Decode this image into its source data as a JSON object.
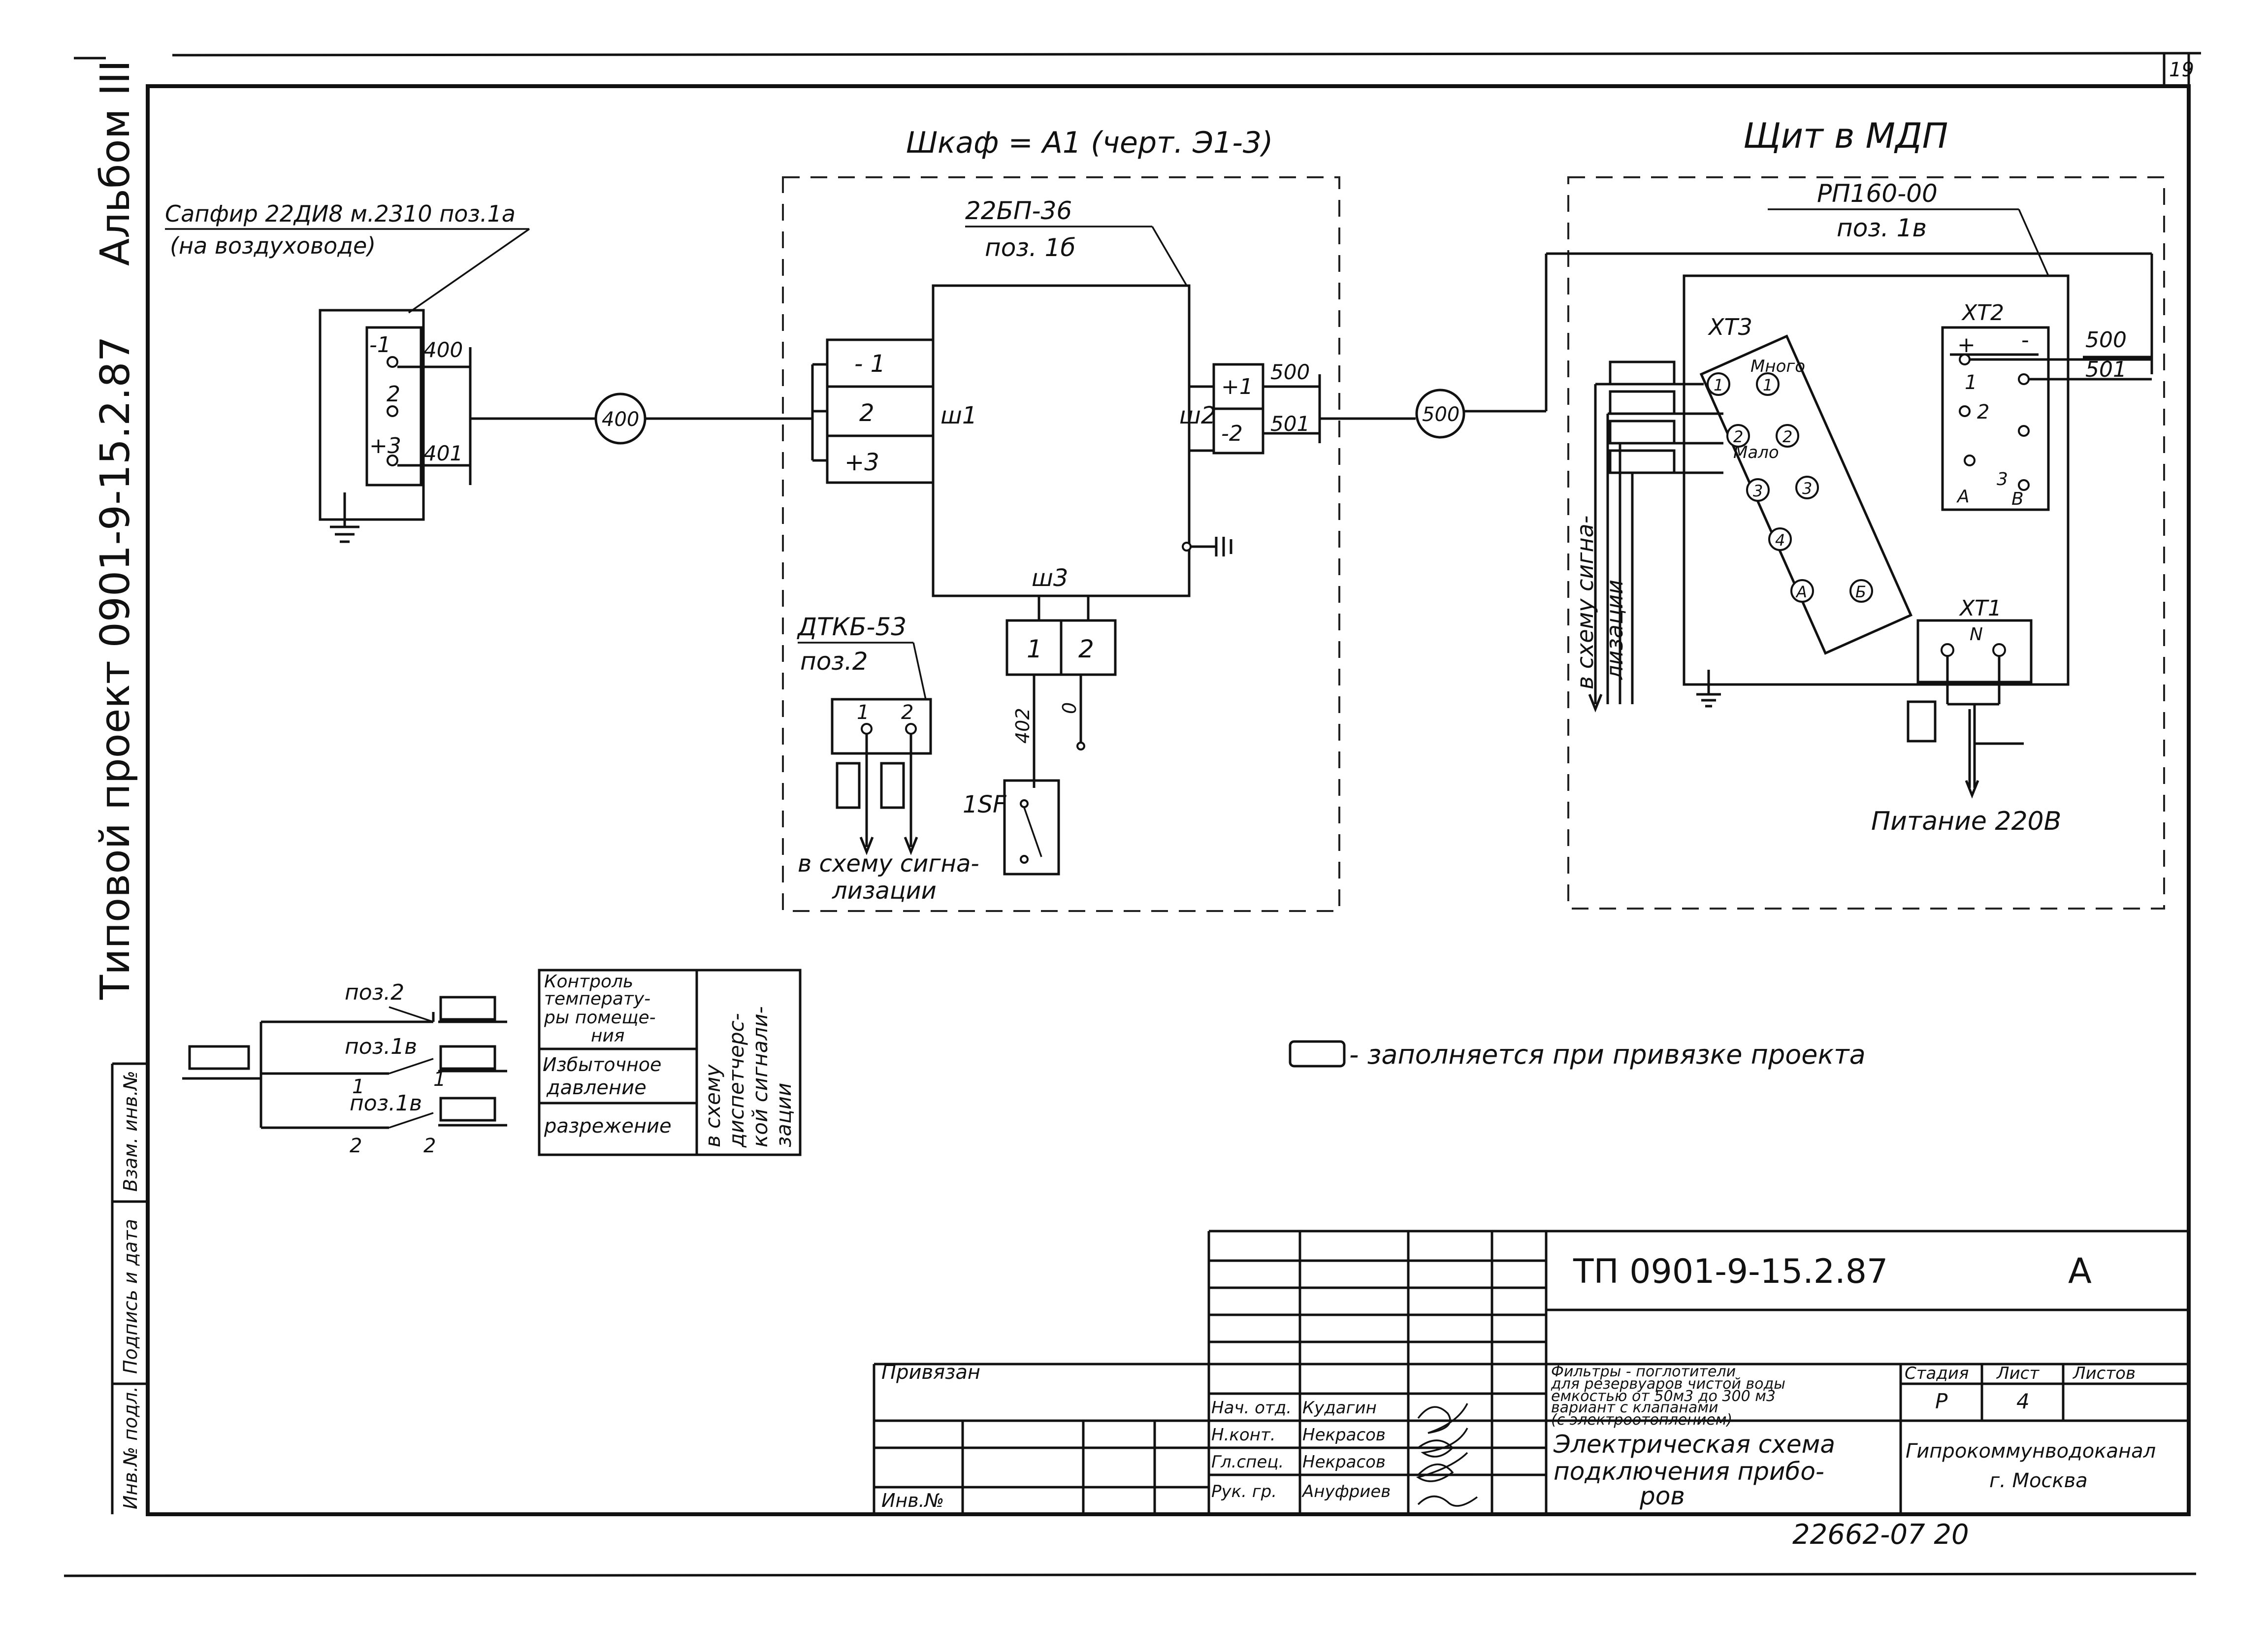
{
  "page_number": "19",
  "side": {
    "album": "Альбом III",
    "project": "Типовой  проект 0901-9-15.2.87",
    "stamp_inv_vzam": "Взам. инв.№",
    "stamp_sign_date": "Подпись и дата",
    "stamp_inv_podl": "Инв.№ подл."
  },
  "shkaf": {
    "title": "Шкаф = А1 (черт. Э1-3)",
    "device_name": "22БП-36",
    "device_pos": "поз. 1б",
    "connector_1": "ш1",
    "connector_2": "ш2",
    "connector_3": "ш3",
    "term_1": "- 1",
    "term_2": "2",
    "term_3": "+3",
    "term_out_1": "+1",
    "term_out_2": "-2",
    "wire_500": "500",
    "wire_501": "501",
    "ш3_term_1": "1",
    "ш3_term_2": "2",
    "wire_402": "402",
    "wire_0": "0",
    "breaker": "1SF",
    "sensor_name": "ДТКБ-53",
    "sensor_pos": "поз.2",
    "sensor_t1": "1",
    "sensor_t2": "2",
    "to_signal": "в схему сигна-",
    "to_signal_2": "лизации"
  },
  "left_device": {
    "label_1": "Сапфир 22ДИ8 м.2310 поз.1а",
    "label_2": "(на воздуховоде)",
    "t1": "-1",
    "t2": "2",
    "t3": "+3",
    "wire_400": "400",
    "wire_401": "401",
    "circle_400": "400"
  },
  "circle_500": "500",
  "shchit": {
    "title": "Щит в МДП",
    "device_name": "РП160-00",
    "device_pos": "поз. 1в",
    "xt3": "ХТ3",
    "xt2": "ХТ2",
    "xt1": "ХТ1",
    "mnogo": "Много",
    "malo": "Мало",
    "n1": "1",
    "n2": "2",
    "n3": "3",
    "n4": "4",
    "nA": "А",
    "nB": "Б",
    "xt2_plus": "+",
    "xt2_minus": "-",
    "xt2_1": "1",
    "xt2_2": "2",
    "xt2_3": "3",
    "xt2_A": "А",
    "xt2_B": "В",
    "xt1_N": "N",
    "wire_500": "500",
    "wire_501": "501",
    "to_signal": "в схему сигна-",
    "to_signal_2": "лизации",
    "power": "Питание 220В"
  },
  "contacts": {
    "pos2": "поз.2",
    "pos1v": "поз.1в",
    "pos1v_2": "поз.1в",
    "c1": "1",
    "c2a": "2",
    "c2b": "2",
    "c1b": "1",
    "t_temp_1": "Контроль",
    "t_temp_2": "температу-",
    "t_temp_3": "ры помеще-",
    "t_temp_4": "ния",
    "t_press_1": "Избыточное",
    "t_press_2": "давление",
    "t_vac": "разрежение",
    "t_disp_1": "в схему",
    "t_disp_2": "диспетчерс-",
    "t_disp_3": "кой сигнали-",
    "t_disp_4": "зации"
  },
  "legend": "- заполняется при привязке проекта",
  "title_block": {
    "code": "ТП 0901-9-15.2.87",
    "letter": "А",
    "privyazan": "Привязан",
    "inv": "Инв.№",
    "rows": [
      {
        "role": "Нач. отд.",
        "name": "Кудагин"
      },
      {
        "role": "Н.конт.",
        "name": "Некрасов"
      },
      {
        "role": "Гл.спец.",
        "name": "Некрасов"
      },
      {
        "role": "Рук. гр.",
        "name": "Ануфриев"
      }
    ],
    "desc_1": "Фильтры - поглотители",
    "desc_2": "для резервуаров чистой воды",
    "desc_3": "емкостью от 50м3 до 300 м3",
    "desc_4": "вариант с клапанами",
    "desc_5": "(с электроотоплением)",
    "sheet_title_1": "Электрическая схема",
    "sheet_title_2": "подключения прибо-",
    "sheet_title_3": "ров",
    "stage_h": "Стадия",
    "sheet_h": "Лист",
    "sheets_h": "Листов",
    "stage": "Р",
    "sheet": "4",
    "org_1": "Гипрокоммунводоканал",
    "org_2": "г. Москва",
    "doc_no": "22662-07  20"
  },
  "colors": {
    "ink": "#111111",
    "paper": "#ffffff"
  }
}
